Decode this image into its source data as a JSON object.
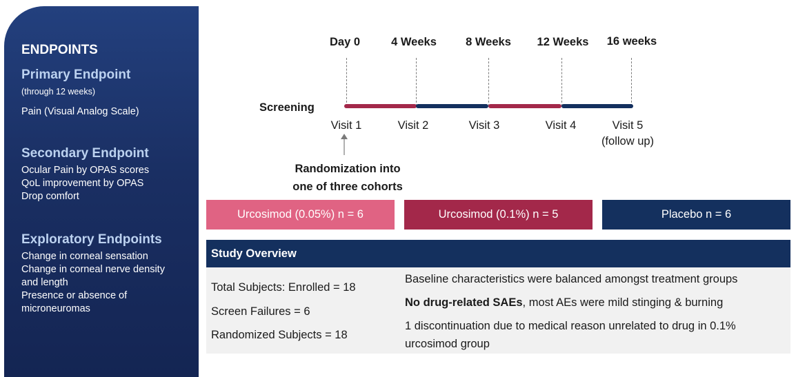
{
  "endpoints": {
    "title": "ENDPOINTS",
    "primary": {
      "heading": "Primary Endpoint",
      "note": "(through 12 weeks)",
      "items": [
        "Pain (Visual Analog Scale)"
      ]
    },
    "secondary": {
      "heading": "Secondary Endpoint",
      "items": [
        "Ocular Pain by OPAS scores",
        "QoL improvement by OPAS",
        "Drop comfort"
      ]
    },
    "exploratory": {
      "heading": "Exploratory Endpoints",
      "items": [
        "Change in corneal sensation",
        "Change in corneal nerve density",
        "and length",
        "Presence or absence of",
        "microneuromas"
      ]
    }
  },
  "timeline": {
    "timepoints": [
      "Day 0",
      "4 Weeks",
      "8 Weeks",
      "12 Weeks",
      "16 weeks"
    ],
    "screening_label": "Screening",
    "visits": [
      "Visit 1",
      "Visit 2",
      "Visit 3",
      "Visit 4",
      "Visit 5"
    ],
    "visit5_note": "(follow up)",
    "segment_colors": [
      "#a3284a",
      "#14305e",
      "#a3284a",
      "#14305e"
    ],
    "randomization_lines": [
      "Randomization into",
      "one of three cohorts"
    ]
  },
  "cohorts": [
    {
      "label": "Urcosimod (0.05%) n = 6",
      "color": "#e06383"
    },
    {
      "label": "Urcosimod (0.1%) n = 5",
      "color": "#a3284a"
    },
    {
      "label": "Placebo n = 6",
      "color": "#14305e"
    }
  ],
  "overview": {
    "title": "Study Overview",
    "left": [
      "Total Subjects: Enrolled = 18",
      "Screen Failures = 6",
      "Randomized Subjects = 18"
    ],
    "right": {
      "line1": "Baseline characteristics were balanced amongst treatment groups",
      "line2_bold": "No drug-related SAEs",
      "line2_rest": ", most AEs were mild stinging & burning",
      "line3a": "1 discontinuation due to medical reason unrelated to drug in 0.1%",
      "line3b": "urcosimod group"
    }
  }
}
